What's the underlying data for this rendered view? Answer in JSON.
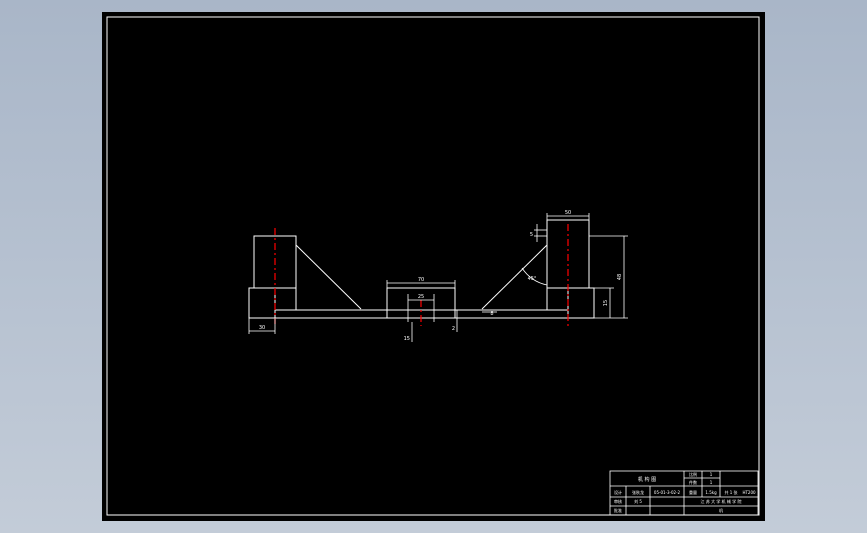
{
  "colors": {
    "background": "#b7c2d1",
    "sheet": "#000000",
    "line": "#ffffff",
    "centerline": "#ff0000"
  },
  "dimensions": {
    "bottom_left": "30",
    "center_width": "70",
    "center_bore": "25",
    "right_top_width": "50",
    "right_height": "48",
    "right_lower": "15",
    "angle": "45°",
    "small_a": "5",
    "small_b": "15",
    "small_c": "2",
    "small_d": "8"
  },
  "title_block": {
    "title": "机 构 图",
    "designer_label": "设计",
    "designer": "张秋龙",
    "part_no": "05-01-3-02-2",
    "checker_label": "审核",
    "checker": "刘 5",
    "approve_label": "批准",
    "scale_label": "比例",
    "scale": "1",
    "qty_label": "件数",
    "qty": "1",
    "weight_label": "重量",
    "weight": "1.5kg",
    "sheet": "共 1 张",
    "material": "HT200",
    "school": "江 苏 大 学 机 械 学 院",
    "dept": "机"
  }
}
